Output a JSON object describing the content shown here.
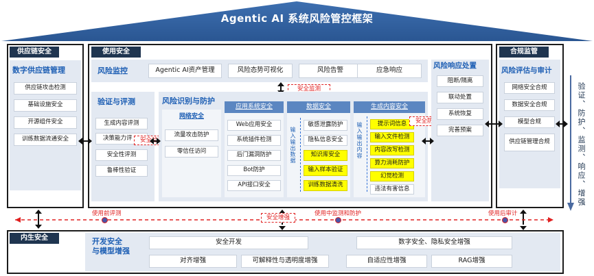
{
  "title": "Agentic AI 系统风险管控框架",
  "supply_chain": {
    "tab": "供应链安全",
    "heading": "数字供应链管理",
    "items": [
      "供应链攻击检测",
      "基础设施安全",
      "开源组件安全",
      "训练数据流通安全"
    ]
  },
  "usage": {
    "tab": "使用安全",
    "monitor": {
      "heading": "风险监控",
      "items": [
        "Agentic AI资产管理",
        "风险态势可视化",
        "风险告警",
        "应急响应"
      ]
    },
    "verification": {
      "heading": "验证与评测",
      "items": [
        "生成内容评测",
        "决策能力评",
        "安全性评测",
        "鲁棒性验证"
      ],
      "label": "安全验证"
    },
    "identify": {
      "heading": "风险识别与防护",
      "network": {
        "heading": "网络安全",
        "items": [
          "流量攻击防护",
          "零信任访问"
        ]
      },
      "app": {
        "heading": "应用系统安全",
        "items": [
          "Web应用安全",
          "系统插件检测",
          "后门漏洞防护",
          "Bot防护",
          "API接口安全"
        ]
      },
      "data": {
        "heading": "数据安全",
        "vertical": "输入输出数据",
        "items": [
          "敏感泄露防护",
          "隐私信息安全",
          "知识库安全",
          "输入样本验证",
          "训练数据清洗"
        ]
      },
      "content": {
        "heading": "生成内容安全",
        "vertical": "输入输出内容",
        "items": [
          "提示词信息",
          "输入文件检测",
          "内容改写检测",
          "算力消耗防护",
          "幻觉检测",
          "违法有害信息"
        ],
        "label": "安全防护"
      }
    },
    "monitor_label": "安全监测",
    "response": {
      "heading": "风险响应处置",
      "items": [
        "阻断/隔离",
        "联动处置",
        "系统恢复",
        "完善预案"
      ]
    }
  },
  "compliance": {
    "tab": "合规监管",
    "heading": "风险评估与审计",
    "items": [
      "网络安全合规",
      "数据安全合规",
      "模型合规",
      "供应链管理合规"
    ]
  },
  "flow": {
    "pre": "使用前评测",
    "mid": "使用中监测和防护",
    "post": "使用后审计",
    "enhance": "安全增强"
  },
  "side_label": "验证、防护、监测、响应、增强",
  "intrinsic": {
    "tab": "内生安全",
    "heading_line1": "开发安全",
    "heading_line2": "与模型增强",
    "row1": [
      "安全开发",
      "数字安全、隐私安全增强"
    ],
    "row2": [
      "对齐增强",
      "可解释性与透明度增强",
      "自适应性增强",
      "RAG增强"
    ]
  },
  "colors": {
    "navy": "#1f3550",
    "accent_blue": "#1e5fb4",
    "panel": "#e3e9f2",
    "column_head": "#5b86c1",
    "highlight": "#ffff00",
    "warning_red": "#e02020"
  }
}
